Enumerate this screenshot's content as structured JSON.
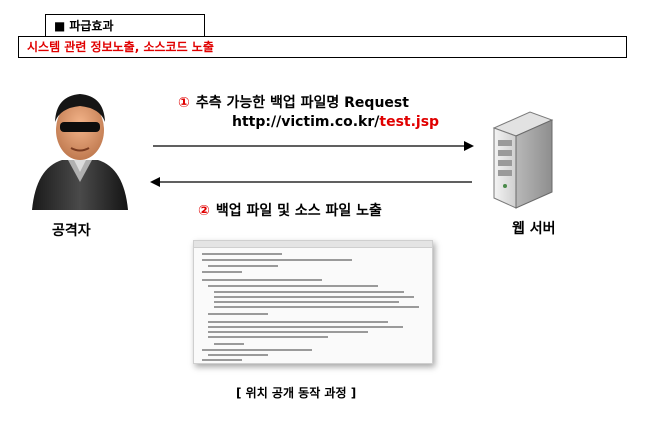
{
  "section_tab": {
    "marker": "■",
    "title": "파급효과"
  },
  "impact_text": "시스템 관련 정보노출, 소스코드 노출",
  "step1": {
    "number": "①",
    "text": "추측 가능한 백업 파일명 Request"
  },
  "request_url": {
    "base": "http://victim.co.kr/",
    "file": "test.jsp"
  },
  "step2": {
    "number": "②",
    "text": "백업 파일 및 소스 파일 노출"
  },
  "attacker_label": "공격자",
  "server_label": "웹 서버",
  "caption": "[ 위치 공개 동작 과정 ]",
  "colors": {
    "accent_red": "#e00000"
  }
}
